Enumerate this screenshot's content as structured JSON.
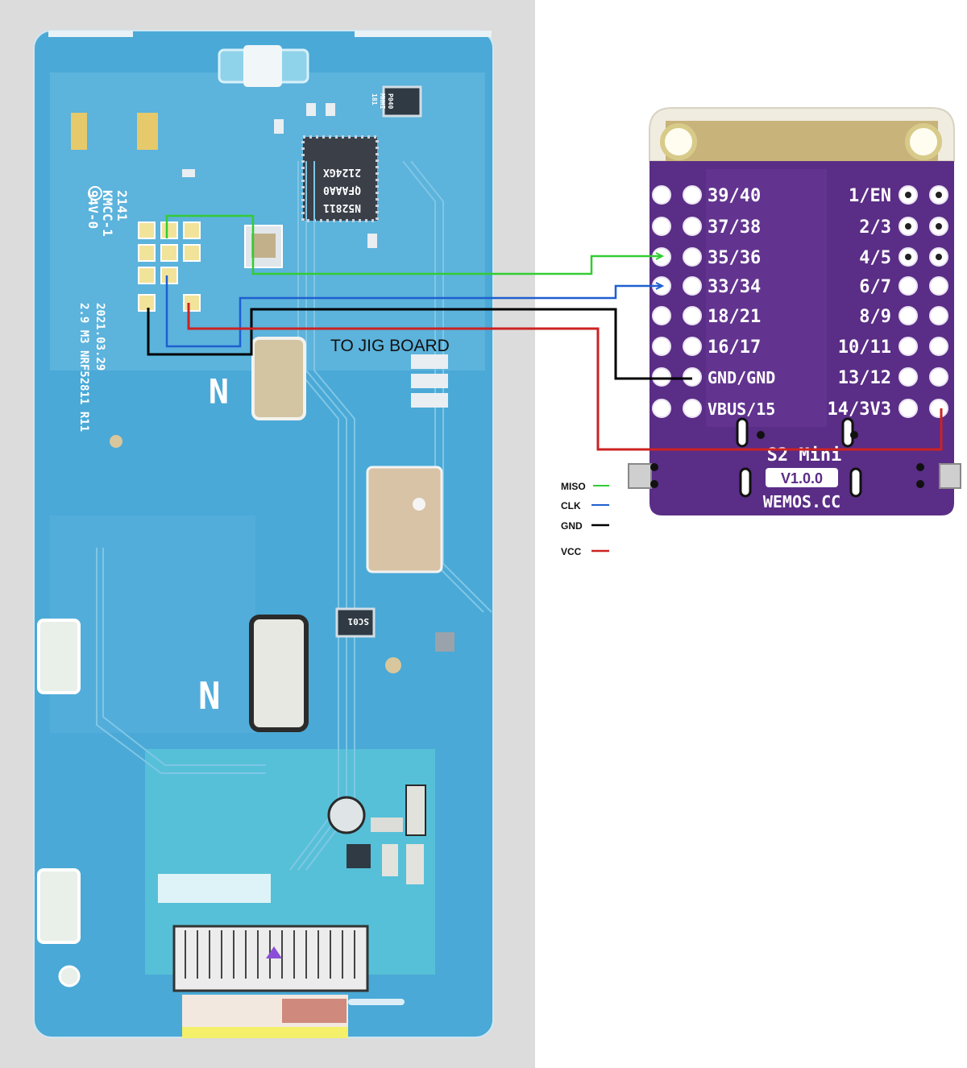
{
  "colors": {
    "miso": "#33cc33",
    "clk": "#1e5fd0",
    "gnd": "#000000",
    "vcc": "#cc2222",
    "pcb_blue": "#3aa0d0",
    "pcb_purple": "#5a2d86"
  },
  "annotation": {
    "jig_label": "TO JIG BOARD"
  },
  "epaper_pcb": {
    "chip_marking": [
      "N52811",
      "QFAAA0",
      "2124GX"
    ],
    "side_text": [
      "2.9 M3 NRF52811 R11",
      "2021.03.29"
    ],
    "logo_text": [
      "94V-0",
      "KMCC-1",
      "2141"
    ],
    "sensor_marking": [
      "P040",
      "MHHI",
      "181"
    ],
    "sc_marking": "SC01",
    "magnet_mark": "N"
  },
  "s2_mini": {
    "left_labels": [
      "39/40",
      "37/38",
      "35/36",
      "33/34",
      "18/21",
      "16/17",
      "GND/GND",
      "VBUS/15"
    ],
    "right_labels": [
      "1/EN",
      "2/3",
      "4/5",
      "6/7",
      "8/9",
      "10/11",
      "13/12",
      "14/3V3"
    ],
    "name": "S2 Mini",
    "version": "V1.0.0",
    "brand": "WEMOS.CC"
  },
  "legend": [
    {
      "label": "MISO",
      "color": "#33cc33"
    },
    {
      "label": "CLK",
      "color": "#1e5fd0"
    },
    {
      "label": "GND",
      "color": "#000000"
    },
    {
      "label": "VCC",
      "color": "#cc2222"
    }
  ]
}
